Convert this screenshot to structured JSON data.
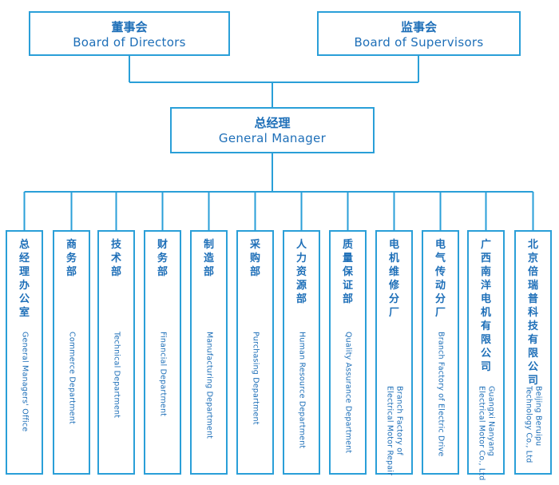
{
  "board": {
    "zh": "董事会",
    "en": "Board of Directors"
  },
  "supervisors": {
    "zh": "监事会",
    "en": "Board of Supervisors"
  },
  "gm": {
    "zh": "总经理",
    "en": "General Manager"
  },
  "departments": [
    {
      "zh": "总经理办公室",
      "en": "General Managers' Office"
    },
    {
      "zh": "商务部",
      "en": "Commerce Department"
    },
    {
      "zh": "技术部",
      "en": "Technical Department"
    },
    {
      "zh": "财务部",
      "en": "Financial Department"
    },
    {
      "zh": "制造部",
      "en": "Manufacturing Department"
    },
    {
      "zh": "采购部",
      "en": "Purchasing Department"
    },
    {
      "zh": "人力资源部",
      "en": "Human Resource Department"
    },
    {
      "zh": "质量保证部",
      "en": "Quality Assurance Department"
    },
    {
      "zh": "电机维修分厂",
      "en": "Branch Factory of\nElectrical Motor Repair"
    },
    {
      "zh": "电气传动分厂",
      "en": "Branch Factory of Electric Drive"
    },
    {
      "zh": "广西南洋电机有限公司",
      "en": "Guangxi Nanyang\nElectrical Motor Co., Ltd"
    },
    {
      "zh": "北京倍瑞普科技有限公司",
      "en": "Beijing Beruipu\nTechnology Co., Ltd"
    }
  ],
  "colors": {
    "line": "#2a9fd8",
    "text": "#1e6fb8"
  }
}
